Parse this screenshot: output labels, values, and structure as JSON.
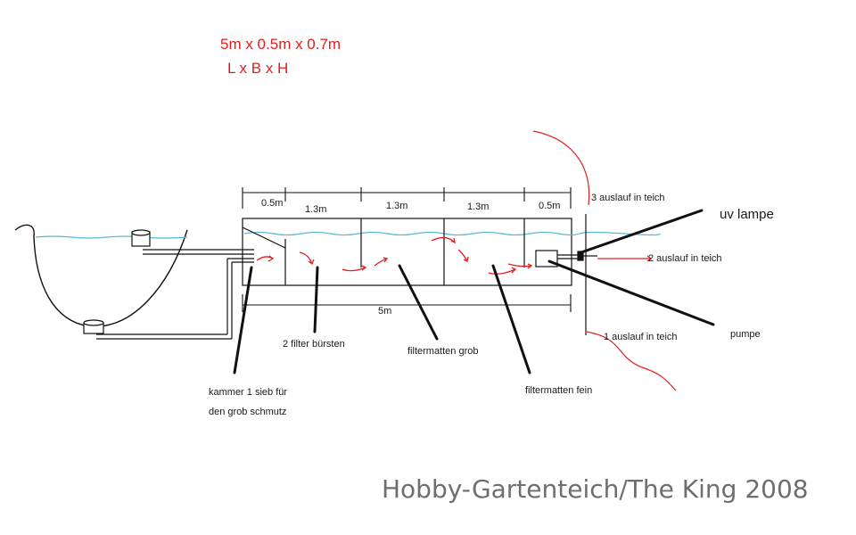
{
  "title": {
    "line1": "5m x 0.5m x 0.7m",
    "line2": "L  x B   x H"
  },
  "dimensions": {
    "seg1": "0.5m",
    "seg2": "1.3m",
    "seg3": "1.3m",
    "seg4": "1.3m",
    "seg5": "0.5m",
    "total": "5m"
  },
  "labels": {
    "uv_lamp": "uv lampe",
    "outlet3": "3 auslauf in teich",
    "outlet2": "2 auslauf in teich",
    "outlet1": "1 auslauf in teich",
    "pump": "pumpe",
    "brushes": "2 filter bürsten",
    "mats_coarse": "filtermatten grob",
    "mats_fine": "filtermatten fein",
    "chamber_line1": "kammer 1  sieb für",
    "chamber_line2": "den grob schmutz"
  },
  "watermark": "Hobby-Gartenteich/The King 2008",
  "colors": {
    "ink": "#111111",
    "red": "#e02020",
    "water": "#5bb7d6",
    "watermark": "#6e6e6e"
  }
}
